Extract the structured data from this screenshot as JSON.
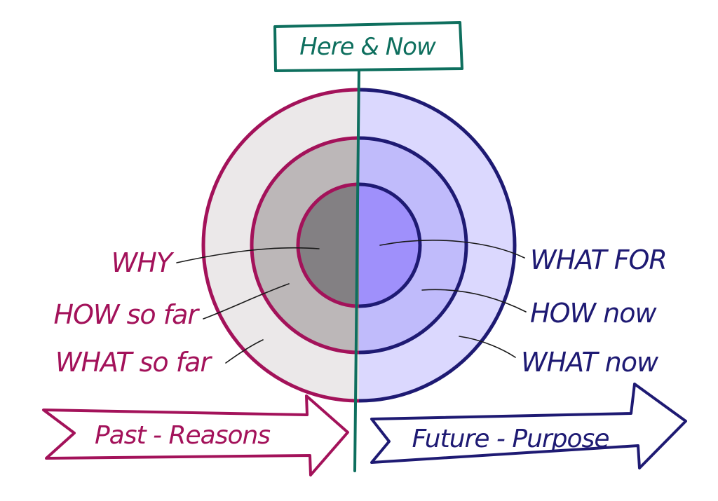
{
  "header": {
    "title": "Here & Now"
  },
  "past": {
    "labels": {
      "why": "WHY",
      "how": "HOW so far",
      "what": "WHAT so far"
    },
    "arrow_label": "Past - Reasons"
  },
  "future": {
    "labels": {
      "what_for": "WHAT FOR",
      "how": "HOW now",
      "what": "WHAT now"
    },
    "arrow_label": "Future - Purpose"
  },
  "colors": {
    "past_stroke": "#a3125a",
    "past_outer": "#ebe8e9",
    "past_middle": "#bcb7b8",
    "past_inner": "#838083",
    "future_stroke": "#1e1a73",
    "future_outer": "#dbd8fe",
    "future_middle": "#c0bbfb",
    "future_inner": "#9f90fb",
    "now_line": "#0e6f5e"
  }
}
